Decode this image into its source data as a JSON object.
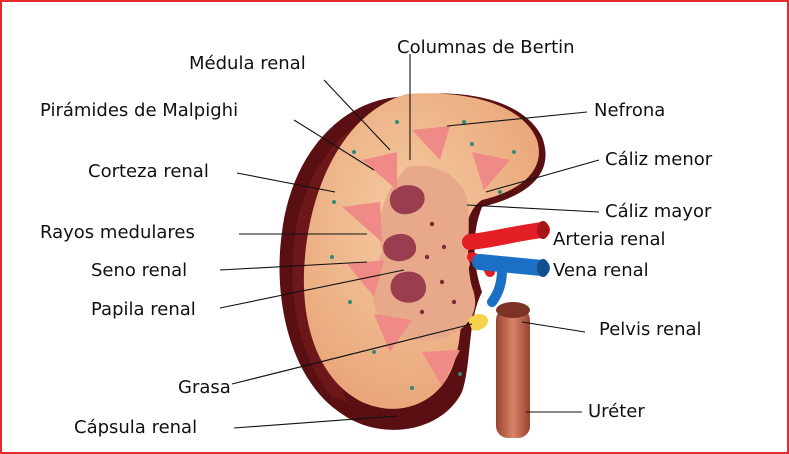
{
  "labels": {
    "medula": "Médula renal",
    "columnas": "Columnas de Bertin",
    "piramides": "Pirámides de Malpighi",
    "nefrona": "Nefrona",
    "corteza": "Corteza renal",
    "caliz_menor": "Cáliz menor",
    "caliz_mayor": "Cáliz mayor",
    "rayos": "Rayos medulares",
    "arteria": "Arteria renal",
    "seno": "Seno renal",
    "vena": "Vena renal",
    "papila": "Papila renal",
    "pelvis": "Pelvis renal",
    "grasa": "Grasa",
    "capsula": "Cápsula renal",
    "ureter": "Uréter"
  },
  "colors": {
    "border": "#e52b2b",
    "capsule": "#5a0f12",
    "cortex": "#efb589",
    "pyramid": "#f08a86",
    "sinus": "#a04a58",
    "artery": "#e31e24",
    "vein": "#1b6fc4",
    "ureter": "#c2664a",
    "fat": "#f5d24a"
  }
}
